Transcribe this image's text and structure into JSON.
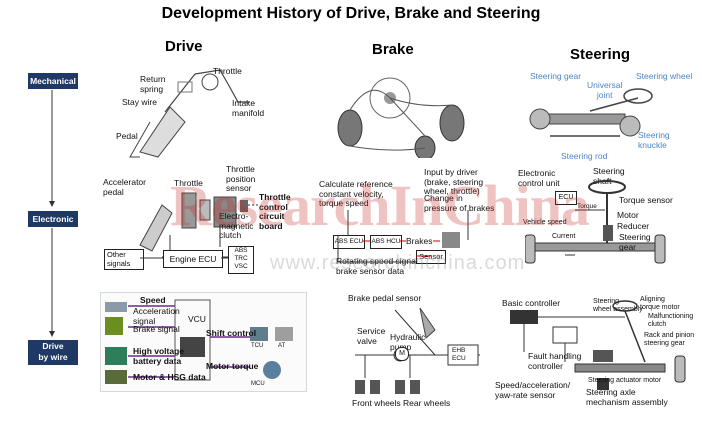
{
  "title": "Development History of Drive, Brake and Steering",
  "columns": {
    "drive": "Drive",
    "brake": "Brake",
    "steering": "Steering"
  },
  "stages": {
    "mechanical": "Mechanical",
    "electronic": "Electronic",
    "dbw_line1": "Drive",
    "dbw_line2": "by wire"
  },
  "drive": {
    "mech": {
      "throttle": "Throttle",
      "return_spring_1": "Return",
      "return_spring_2": "spring",
      "stay_wire": "Stay wire",
      "intake_1": "Intake",
      "intake_2": "manifold",
      "pedal": "Pedal"
    },
    "elec": {
      "accel_pedal_1": "Accelerator",
      "accel_pedal_2": "pedal",
      "throttle": "Throttle",
      "tps_1": "Throttle",
      "tps_2": "position",
      "tps_3": "sensor",
      "tccb_1": "Throttle",
      "tccb_2": "control",
      "tccb_3": "circuit",
      "tccb_4": "board",
      "emc_1": "Electro-",
      "emc_2": "magnetic",
      "emc_3": "clutch",
      "other_1": "Other",
      "other_2": "signals",
      "ecu": "Engine ECU",
      "abs": "ABS",
      "trc": "TRC",
      "vsc": "VSC"
    },
    "dbw": {
      "speed": "Speed",
      "accel_1": "Acceleration",
      "accel_2": "signal",
      "brake_sig": "Brake signal",
      "hv_1": "High voltage",
      "hv_2": "battery data",
      "motor_hsg": "Motor & HSG data",
      "vcu": "VCU",
      "shift": "Shift control",
      "motor_torque": "Motor torque",
      "tcu": "TCU",
      "at": "AT",
      "mcu": "MCU"
    }
  },
  "brake": {
    "elec": {
      "calc_1": "Calculate reference",
      "calc_2": "constant velocity,",
      "calc_3": "torque speed",
      "abs_ecu": "ABS ECU",
      "abs_hcu": "ABS HCU",
      "brakes": "Brakes",
      "input_1": "Input by driver",
      "input_2": "(brake, steering",
      "input_3": "wheel, throttle)",
      "change_1": "Change in",
      "change_2": "pressure of brakes",
      "sensor": "Sensor",
      "rot_1": "Rotating speed signal",
      "rot_2": "brake sensor data"
    },
    "dbw": {
      "pedal_sensor": "Brake pedal sensor",
      "service_1": "Service",
      "service_2": "valve",
      "hyd_1": "Hydraulic",
      "hyd_2": "pump",
      "m": "M",
      "ehb_1": "EHB",
      "ehb_2": "ECU",
      "front": "Front wheels",
      "rear": "Rear wheels"
    }
  },
  "steering": {
    "mech": {
      "gear": "Steering gear",
      "uj_1": "Universal",
      "uj_2": "joint",
      "wheel": "Steering wheel",
      "knuckle_1": "Steering",
      "knuckle_2": "knuckle",
      "rod": "Steering rod"
    },
    "elec": {
      "ecu_1": "Electronic",
      "ecu_2": "control unit",
      "shaft_1": "Steering",
      "shaft_2": "shaft",
      "ecu": "ECU",
      "torque_small": "Torque",
      "torque_sensor": "Torque sensor",
      "vehicle_speed": "Vehicle speed",
      "current": "Current",
      "motor": "Motor",
      "reducer": "Reducer",
      "sgear_1": "Steering",
      "sgear_2": "gear"
    },
    "dbw": {
      "basic": "Basic controller",
      "swa_1": "Steering",
      "swa_2": "wheel assembly",
      "atm_1": "Aligning",
      "atm_2": "torque motor",
      "mfc_1": "Malfunctioning",
      "mfc_2": "clutch",
      "rp_1": "Rack and pinion",
      "rp_2": "steering gear",
      "fault_1": "Fault handling",
      "fault_2": "controller",
      "sas_1": "Speed/acceleration/",
      "sas_2": "yaw-rate sensor",
      "sam": "Steering actuator motor",
      "axle_1": "Steering axle",
      "axle_2": "mechanism assembly"
    }
  },
  "watermark": {
    "main": "ResearchInChina",
    "url": "www.researchinchina.com"
  }
}
